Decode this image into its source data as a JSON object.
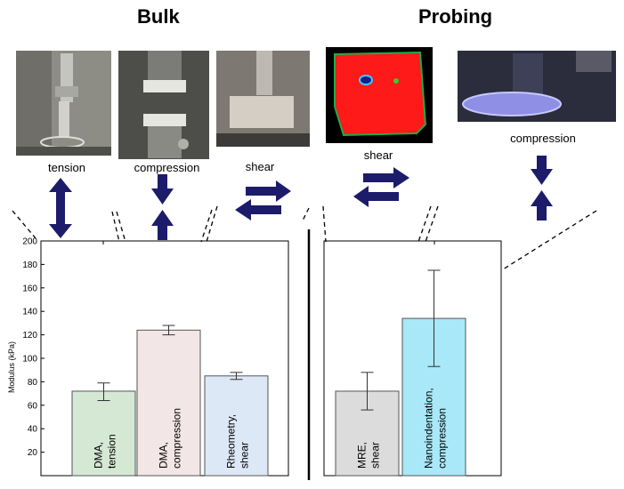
{
  "headings": {
    "bulk": "Bulk",
    "probing": "Probing"
  },
  "photos": [
    {
      "label": "tension",
      "kind": "tension"
    },
    {
      "label": "compression",
      "kind": "compression"
    },
    {
      "label": "shear",
      "kind": "rheometer"
    },
    {
      "label": "shear",
      "kind": "mre-heatmap"
    },
    {
      "label": "compression",
      "kind": "nanoindentation"
    }
  ],
  "colors": {
    "arrow": "#1c1c6b",
    "tension_bar": "#d5e8d4",
    "compression_bar": "#f3e6e6",
    "rheometry_bar": "#dde8f7",
    "mre_bar": "#dcdcdc",
    "nano_bar": "#a8e8f8"
  },
  "chart_data": {
    "type": "bar",
    "ylabel": "Modulus (kPa)",
    "ylim": [
      0,
      200
    ],
    "yticks": [
      20,
      40,
      60,
      80,
      100,
      120,
      140,
      160,
      180,
      200
    ],
    "panels": [
      {
        "group": "Bulk",
        "bars": [
          {
            "label1": "DMA,",
            "label2": "tension",
            "value": 72,
            "err_low": 64,
            "err_high": 79,
            "color": "#d5e8d4"
          },
          {
            "label1": "DMA,",
            "label2": "compression",
            "value": 124,
            "err_low": 120,
            "err_high": 128,
            "color": "#f3e6e6"
          },
          {
            "label1": "Rheometry,",
            "label2": "shear",
            "value": 85,
            "err_low": 82,
            "err_high": 88,
            "color": "#dde8f7"
          }
        ]
      },
      {
        "group": "Probing",
        "bars": [
          {
            "label1": "MRE,",
            "label2": "shear",
            "value": 72,
            "err_low": 56,
            "err_high": 88,
            "color": "#dcdcdc"
          },
          {
            "label1": "Nanoindentation,",
            "label2": "compression",
            "value": 134,
            "err_low": 93,
            "err_high": 175,
            "color": "#a8e8f8"
          }
        ]
      }
    ]
  }
}
